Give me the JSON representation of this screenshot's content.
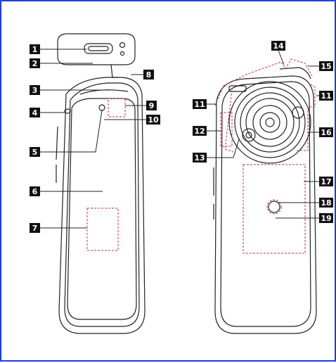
{
  "diagram": {
    "colors": {
      "frame": "#1f3fd6",
      "line": "#222222",
      "leader": "#c8324a",
      "badge_bg": "#111111",
      "badge_fg": "#ffffff"
    },
    "front_view_callouts": [
      {
        "number": "1"
      },
      {
        "number": "2"
      },
      {
        "number": "3"
      },
      {
        "number": "4"
      },
      {
        "number": "5"
      },
      {
        "number": "6"
      },
      {
        "number": "7"
      },
      {
        "number": "8"
      },
      {
        "number": "9"
      },
      {
        "number": "10"
      }
    ],
    "back_view_callouts": [
      {
        "number": "11"
      },
      {
        "number": "11"
      },
      {
        "number": "12"
      },
      {
        "number": "13"
      },
      {
        "number": "14"
      },
      {
        "number": "15"
      },
      {
        "number": "16"
      },
      {
        "number": "17"
      },
      {
        "number": "18"
      },
      {
        "number": "19"
      }
    ]
  }
}
